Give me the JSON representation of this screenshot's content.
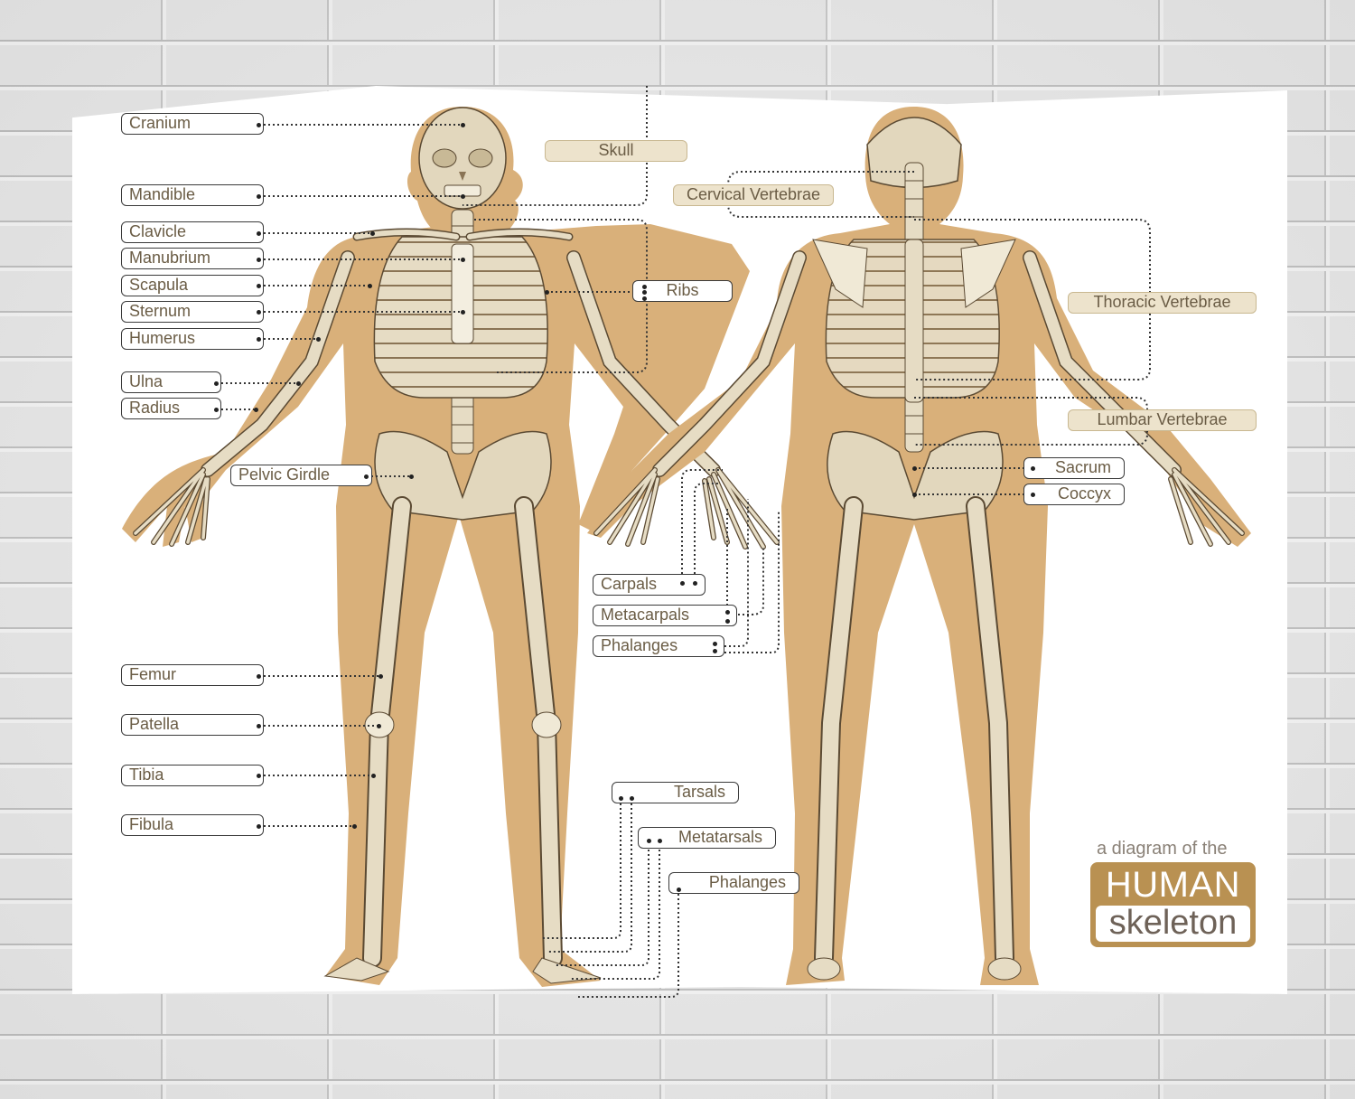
{
  "title": {
    "small": "a diagram of the",
    "main": "HUMAN",
    "sub": "skeleton"
  },
  "colors": {
    "body": "#d9b07a",
    "bone": "#e6dcc4",
    "bone_shade": "#cdbf9f",
    "outline": "#5b4a33",
    "label_text": "#6a5c45",
    "tan_label_bg": "#ede3cc",
    "title_box": "#b99152",
    "wall": "#e6e6e6"
  },
  "labels_front_left": [
    {
      "id": "cranium",
      "text": "Cranium"
    },
    {
      "id": "mandible",
      "text": "Mandible"
    },
    {
      "id": "clavicle",
      "text": "Clavicle"
    },
    {
      "id": "manubrium",
      "text": "Manubrium"
    },
    {
      "id": "scapula",
      "text": "Scapula"
    },
    {
      "id": "sternum",
      "text": "Sternum"
    },
    {
      "id": "humerus",
      "text": "Humerus"
    },
    {
      "id": "ulna",
      "text": "Ulna"
    },
    {
      "id": "radius",
      "text": "Radius"
    },
    {
      "id": "pelvic_girdle",
      "text": "Pelvic Girdle"
    },
    {
      "id": "femur",
      "text": "Femur"
    },
    {
      "id": "patella",
      "text": "Patella"
    },
    {
      "id": "tibia",
      "text": "Tibia"
    },
    {
      "id": "fibula",
      "text": "Fibula"
    }
  ],
  "labels_center": [
    {
      "id": "skull",
      "text": "Skull"
    },
    {
      "id": "ribs",
      "text": "Ribs"
    },
    {
      "id": "cervical_vertebrae",
      "text": "Cervical Vertebrae"
    },
    {
      "id": "carpals",
      "text": "Carpals"
    },
    {
      "id": "metacarpals",
      "text": "Metacarpals"
    },
    {
      "id": "hand_phalanges",
      "text": "Phalanges"
    },
    {
      "id": "tarsals",
      "text": "Tarsals"
    },
    {
      "id": "metatarsals",
      "text": "Metatarsals"
    },
    {
      "id": "foot_phalanges",
      "text": "Phalanges"
    }
  ],
  "labels_back_right": [
    {
      "id": "thoracic_vertebrae",
      "text": "Thoracic Vertebrae"
    },
    {
      "id": "lumbar_vertebrae",
      "text": "Lumbar Vertebrae"
    },
    {
      "id": "sacrum",
      "text": "Sacrum"
    },
    {
      "id": "coccyx",
      "text": "Coccyx"
    }
  ]
}
